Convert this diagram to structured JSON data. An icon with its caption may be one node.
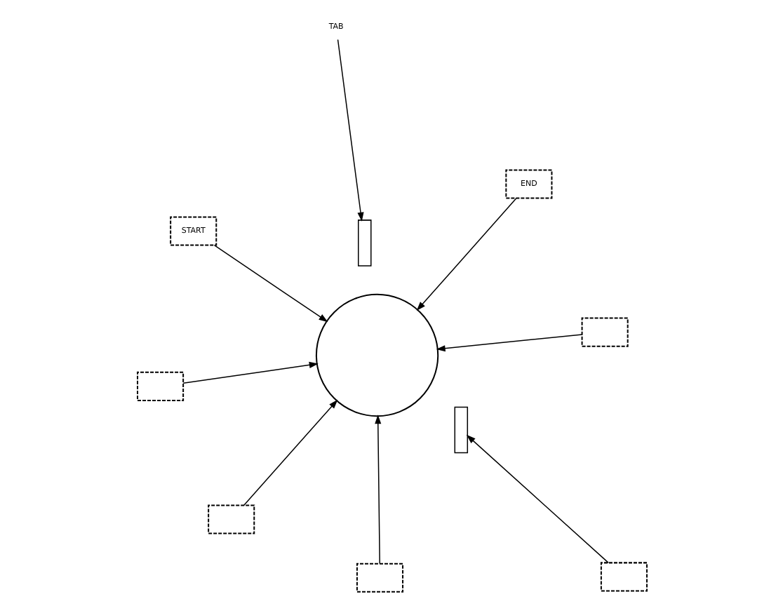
{
  "diagram": {
    "nodes": [
      {
        "text": [],
        "shape": "circle"
      },
      {
        "text": [],
        "shape": "bar"
      },
      {
        "text": [],
        "shape": "bar"
      },
      {
        "text": [
          "TAB"
        ]
      },
      {
        "text": [
          "END"
        ]
      },
      {
        "text": [
          "START"
        ]
      },
      {
        "text": [],
        "shape": "box"
      },
      {
        "text": [],
        "shape": "box"
      },
      {
        "text": [],
        "shape": "box"
      },
      {
        "text": [],
        "shape": "box"
      },
      {
        "text": [],
        "shape": "box"
      }
    ],
    "edges": [
      {
        "from": 3,
        "to": 1,
        "arrow": "to"
      },
      {
        "from": 4,
        "to": 0,
        "arrow": "to"
      },
      {
        "from": 5,
        "to": 0,
        "arrow": "to"
      },
      {
        "from": 6,
        "to": 0,
        "arrow": "to"
      },
      {
        "from": 7,
        "to": 0,
        "arrow": "to"
      },
      {
        "from": 8,
        "to": 0,
        "arrow": "to"
      },
      {
        "from": 9,
        "to": 0,
        "arrow": "to"
      },
      {
        "from": 10,
        "to": 2,
        "arrow": "to"
      }
    ]
  }
}
